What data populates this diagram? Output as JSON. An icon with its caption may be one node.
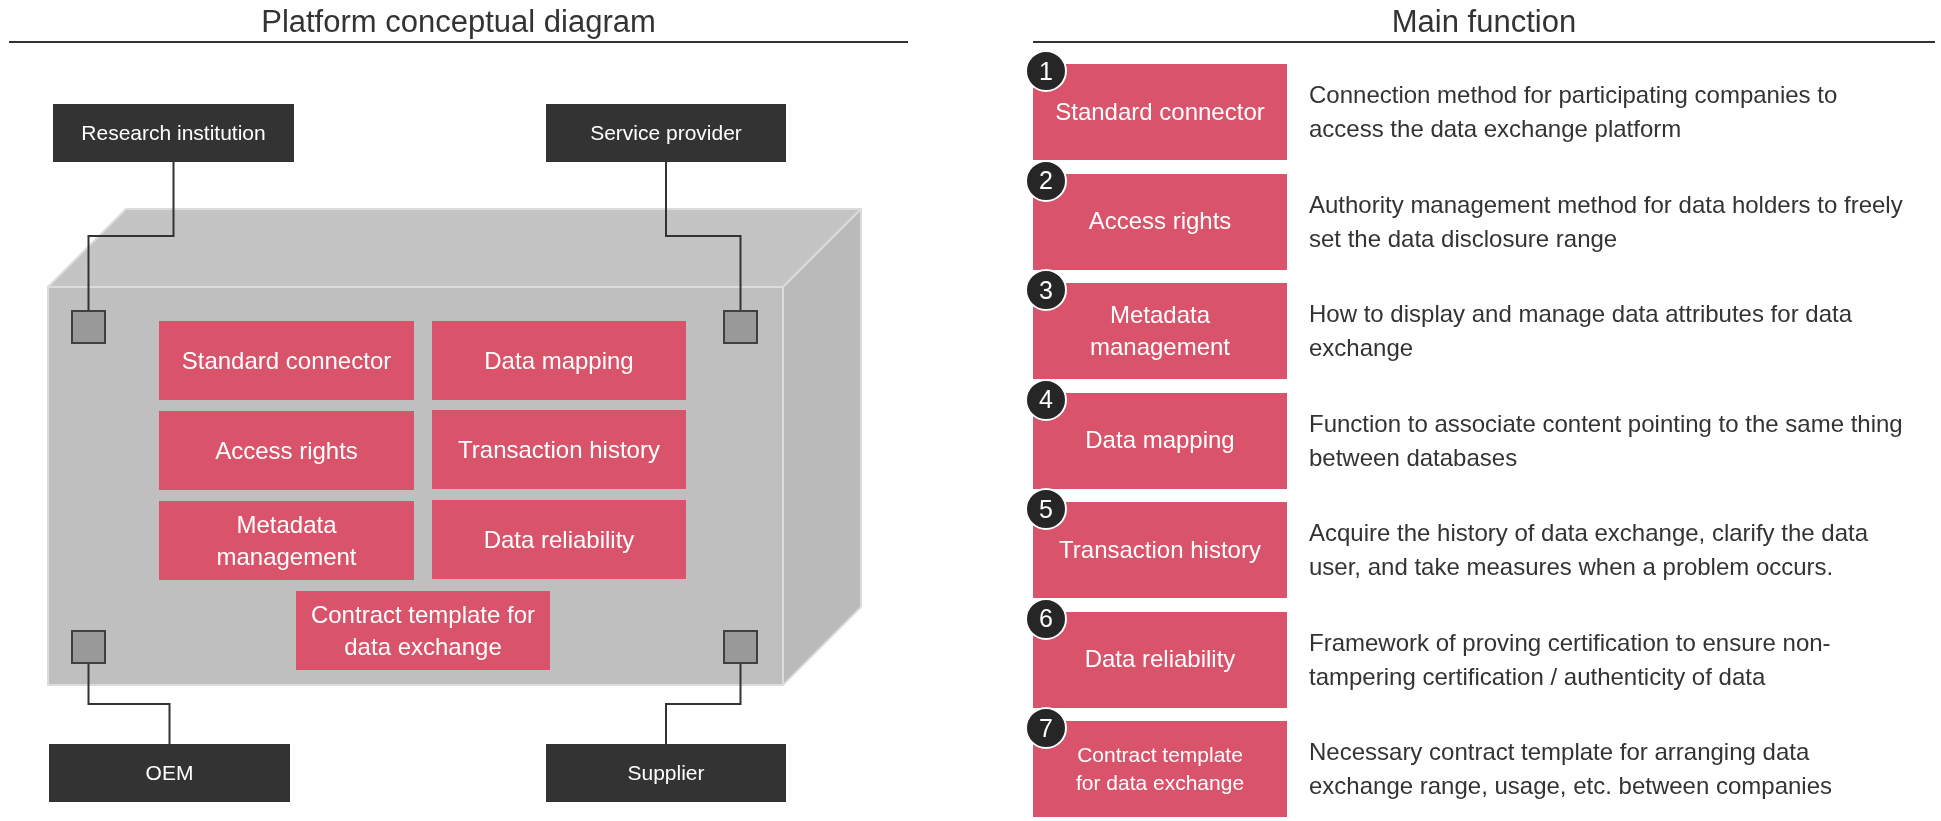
{
  "diagram": {
    "nodes": [
      {
        "text": [
          "Research institution"
        ]
      },
      {
        "text": [
          "Service provider"
        ]
      },
      {
        "text": [],
        "shape": "box"
      },
      {
        "text": [],
        "shape": "box",
        "in": 2
      },
      {
        "text": [],
        "shape": "box",
        "in": 2
      },
      {
        "text": [
          "Standard connector"
        ],
        "in": 2
      },
      {
        "text": [
          "Data mapping"
        ],
        "in": 2
      },
      {
        "text": [
          "Access rights"
        ],
        "in": 2
      },
      {
        "text": [
          "Transaction history"
        ],
        "in": 2
      },
      {
        "text": [
          "Metadata management"
        ],
        "in": 2
      },
      {
        "text": [
          "Data reliability"
        ],
        "in": 2
      },
      {
        "text": [
          "Contract template for data exchange"
        ],
        "in": 2
      },
      {
        "text": [],
        "shape": "box",
        "in": 2
      },
      {
        "text": [],
        "shape": "box",
        "in": 2
      },
      {
        "text": [
          "OEM"
        ]
      },
      {
        "text": [
          "Supplier"
        ]
      },
      {
        "text": [
          "1"
        ]
      },
      {
        "text": [
          "Standard connector"
        ],
        "beside": [
          "Connection method for participating companies to access the data exchange platform"
        ]
      },
      {
        "text": [
          "2"
        ]
      },
      {
        "text": [
          "Access rights"
        ],
        "beside": [
          "Authority management method for data holders to freely set the data disclosure range"
        ]
      },
      {
        "text": [
          "3"
        ]
      },
      {
        "text": [
          "Metadata management"
        ],
        "beside": [
          "How to display and manage data attributes for data exchange"
        ]
      },
      {
        "text": [
          "4"
        ]
      },
      {
        "text": [
          "Data mapping"
        ],
        "beside": [
          "Function to associate content pointing to the same thing between databases"
        ]
      },
      {
        "text": [
          "5"
        ]
      },
      {
        "text": [
          "Transaction history"
        ],
        "beside": [
          "Acquire the history of data exchange, clarify the data user, and take measures when a problem occurs."
        ]
      },
      {
        "text": [
          "6"
        ]
      },
      {
        "text": [
          "Data reliability"
        ],
        "beside": [
          "Framework of proving certification to ensure non-tampering certification / authenticity of data"
        ]
      },
      {
        "text": [
          "7"
        ]
      },
      {
        "text": [
          "Contract template for data exchange"
        ],
        "beside": [
          "Necessary contract template for arranging data exchange range, usage, etc. between companies"
        ]
      }
    ],
    "edges": [
      {
        "from": 0,
        "to": 3,
        "arrow": "none"
      },
      {
        "from": 1,
        "to": 4,
        "arrow": "none"
      },
      {
        "from": 12,
        "to": 14,
        "arrow": "none"
      },
      {
        "from": 13,
        "to": 15,
        "arrow": "none"
      }
    ],
    "labels": [
      "Platform conceptual diagram",
      "Main function"
    ]
  }
}
